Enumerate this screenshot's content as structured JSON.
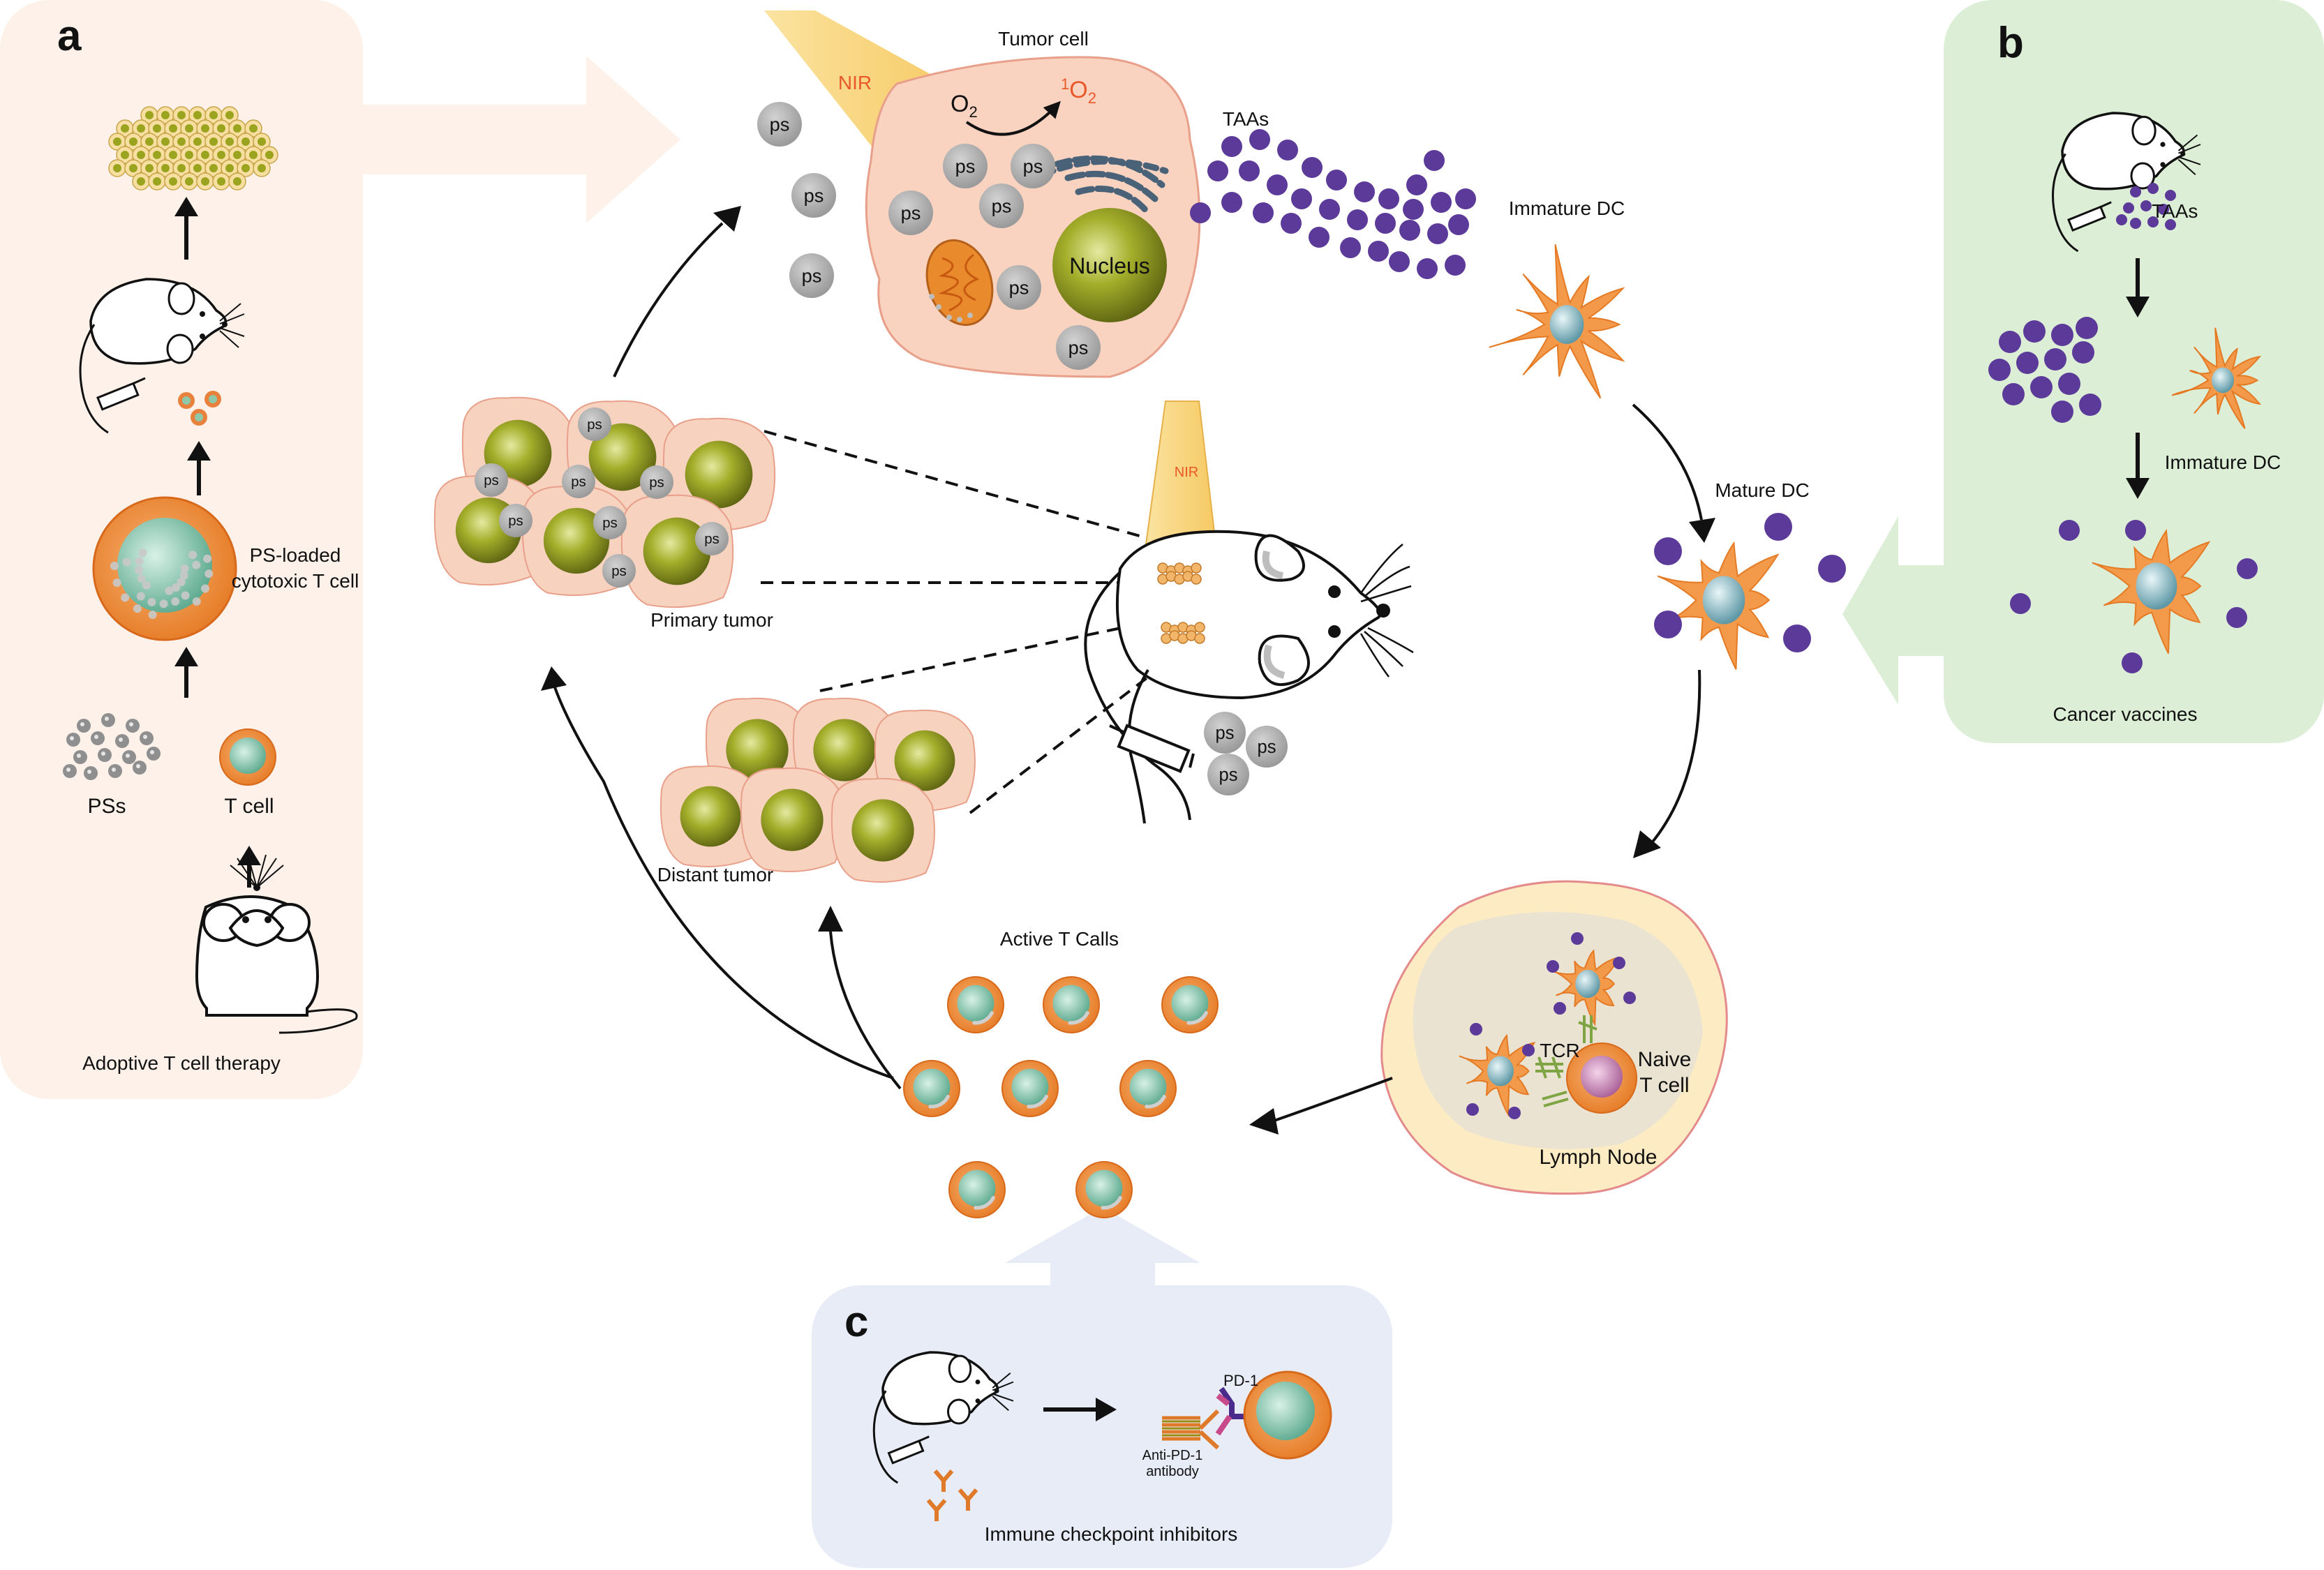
{
  "panels": {
    "a": {
      "letter": "a",
      "title": "Adoptive T cell therapy",
      "ps_label": "PSs",
      "tcell_label": "T cell",
      "loaded_line1": "PS-loaded",
      "loaded_line2": "cytotoxic T cell"
    },
    "b": {
      "letter": "b",
      "title": "Cancer vaccines",
      "taas_label": "TAAs",
      "immature_label": "Immature DC"
    },
    "c": {
      "letter": "c",
      "title": "Immune checkpoint inhibitors",
      "pd1_label": "PD-1",
      "antibody_line1": "Anti-PD-1",
      "antibody_line2": "antibody"
    }
  },
  "center": {
    "tumor_cell_label": "Tumor cell",
    "nir_label": "NIR",
    "o2_label": "O",
    "o2_sub": "2",
    "singlet_sup": "1",
    "singlet_label": "O",
    "singlet_sub": "2",
    "nucleus_label": "Nucleus",
    "ps_tag": "ps",
    "taas_label": "TAAs",
    "immature_dc_label": "Immature DC",
    "mature_dc_label": "Mature DC",
    "primary_tumor_label": "Primary tumor",
    "distant_tumor_label": "Distant tumor",
    "mouse_nir_label": "NIR",
    "active_t_label": "Active T Calls",
    "lymph_node_label": "Lymph Node",
    "tcr_label": "TCR",
    "naive_line1": "Naive",
    "naive_line2": "T cell"
  },
  "colors": {
    "panel_a_bg": "#fdf0e8",
    "panel_b_bg": "#dcefd6",
    "panel_c_bg": "#e8ecf7",
    "tumor_cytoplasm": "#f9d3c0",
    "nucleus_green": "#9aa41e",
    "taa_purple": "#5b3a9a",
    "dc_orange": "#f39a4a",
    "tcell_orange": "#f08a3a",
    "tcell_nucleus": "#7cc0a8",
    "ps_grey": "#a9a9a9",
    "nir_yellow": "#f9d98a",
    "nir_text": "#e8582a",
    "lymph_bg": "#fdebc4"
  },
  "icons": [
    "mouse-icon",
    "syringe-icon",
    "arrow-icon"
  ]
}
